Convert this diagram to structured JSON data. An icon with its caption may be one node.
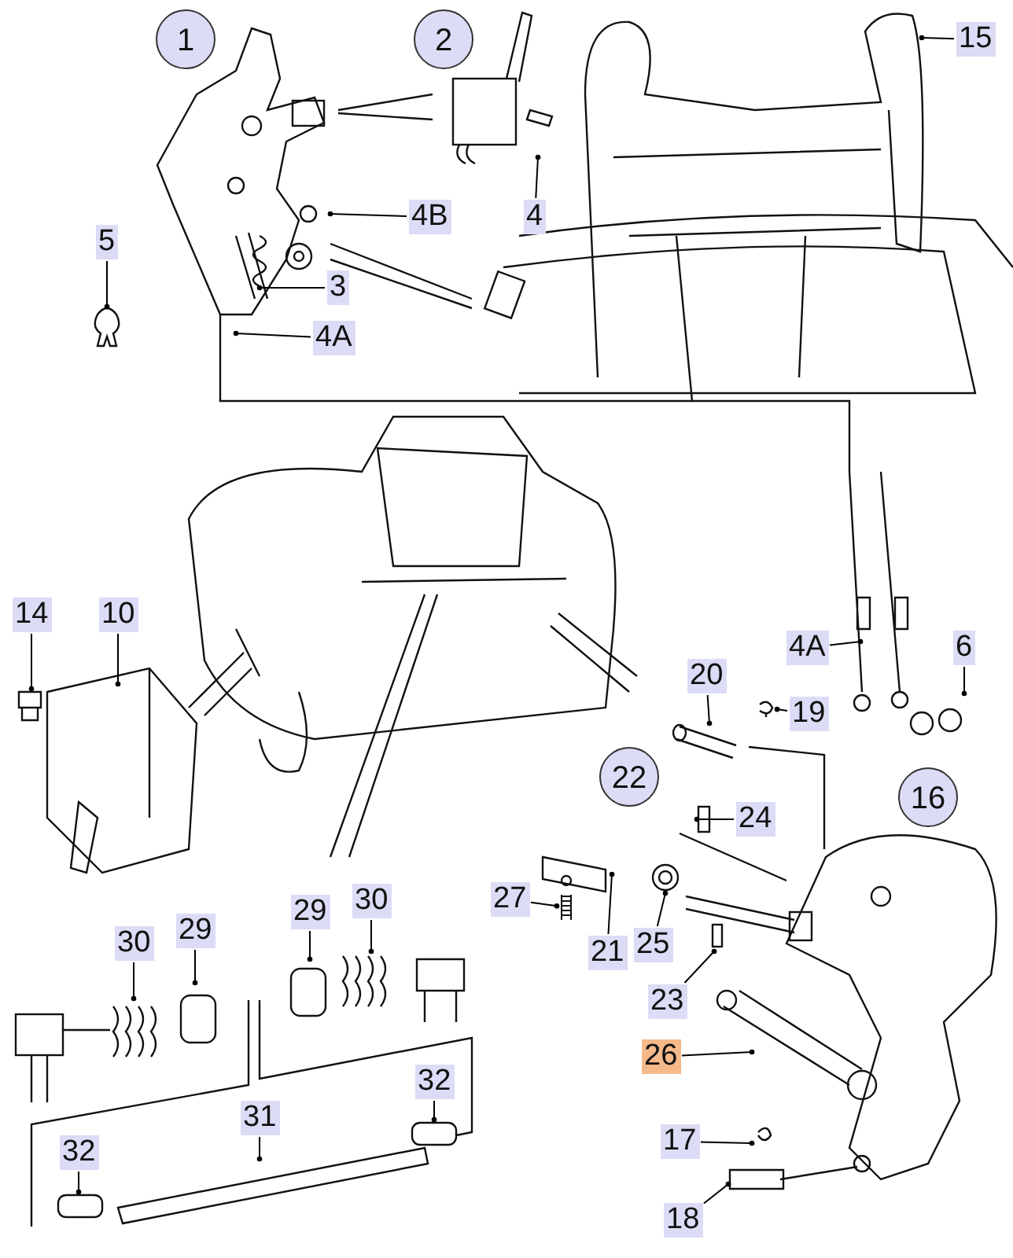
{
  "diagram": {
    "nodes": [
      {
        "text": [
          "1"
        ]
      },
      {
        "text": [
          "2"
        ]
      },
      {
        "text": [
          "15"
        ]
      },
      {
        "text": [
          "4B"
        ]
      },
      {
        "text": [
          "4"
        ]
      },
      {
        "text": [
          "5"
        ]
      },
      {
        "text": [
          "3"
        ]
      },
      {
        "text": [
          "4A"
        ]
      },
      {
        "text": [
          "14"
        ]
      },
      {
        "text": [
          "10"
        ]
      },
      {
        "text": [
          "4A"
        ]
      },
      {
        "text": [
          "6"
        ]
      },
      {
        "text": [
          "20"
        ]
      },
      {
        "text": [
          "19"
        ]
      },
      {
        "text": [
          "22"
        ]
      },
      {
        "text": [
          "16"
        ]
      },
      {
        "text": [
          "24"
        ]
      },
      {
        "text": [
          "27"
        ]
      },
      {
        "text": [
          "21"
        ]
      },
      {
        "text": [
          "25"
        ]
      },
      {
        "text": [
          "23"
        ]
      },
      {
        "text": [
          "26"
        ]
      },
      {
        "text": [
          "17"
        ]
      },
      {
        "text": [
          "18"
        ]
      },
      {
        "text": [
          "30"
        ]
      },
      {
        "text": [
          "29"
        ]
      },
      {
        "text": [
          "29"
        ]
      },
      {
        "text": [
          "30"
        ]
      },
      {
        "text": [
          "32"
        ]
      },
      {
        "text": [
          "31"
        ]
      },
      {
        "text": [
          "32"
        ]
      },
      {
        "text": [],
        "shape": "picture"
      },
      {
        "text": [],
        "shape": "picture"
      }
    ],
    "edges": [
      {
        "from": 2,
        "to": null,
        "arrow": "other"
      },
      {
        "from": 3,
        "to": null,
        "arrow": "other"
      },
      {
        "from": 4,
        "to": null,
        "arrow": "other"
      },
      {
        "from": 5,
        "to": null,
        "arrow": "other"
      },
      {
        "from": 6,
        "to": null,
        "arrow": "other"
      },
      {
        "from": 7,
        "to": null,
        "arrow": "other"
      },
      {
        "from": 8,
        "to": null,
        "arrow": "other"
      },
      {
        "from": 9,
        "to": null,
        "arrow": "other"
      },
      {
        "from": 10,
        "to": null,
        "arrow": "other"
      },
      {
        "from": 11,
        "to": null,
        "arrow": "other"
      },
      {
        "from": 12,
        "to": null,
        "arrow": "other"
      },
      {
        "from": 13,
        "to": 31,
        "arrow": "other"
      },
      {
        "from": 16,
        "to": null,
        "arrow": "other"
      },
      {
        "from": 17,
        "to": 32,
        "arrow": "other"
      },
      {
        "from": 18,
        "to": null,
        "arrow": "other"
      },
      {
        "from": 19,
        "to": null,
        "arrow": "other"
      },
      {
        "from": 20,
        "to": null,
        "arrow": "other"
      },
      {
        "from": 21,
        "to": null,
        "arrow": "other"
      },
      {
        "from": 22,
        "to": null,
        "arrow": "other"
      },
      {
        "from": 23,
        "to": null,
        "arrow": "other"
      },
      {
        "from": 24,
        "to": null,
        "arrow": "other"
      },
      {
        "from": 25,
        "to": null,
        "arrow": "other"
      },
      {
        "from": 26,
        "to": null,
        "arrow": "other"
      },
      {
        "from": 27,
        "to": null,
        "arrow": "other"
      },
      {
        "from": 28,
        "to": null,
        "arrow": "other"
      },
      {
        "from": 29,
        "to": null,
        "arrow": "other"
      },
      {
        "from": 30,
        "to": null,
        "arrow": "other"
      }
    ]
  }
}
